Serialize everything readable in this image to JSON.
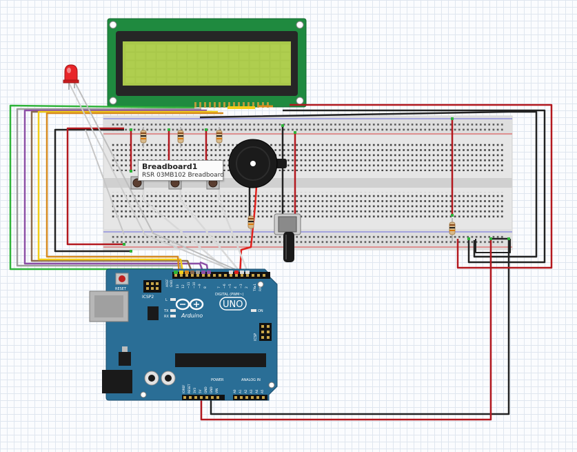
{
  "tooltip": {
    "title": "Breadboard1",
    "subtitle": "RSR 03MB102 Breadboard"
  },
  "arduino": {
    "logo_text": "UNO",
    "brand": "Arduino",
    "reset_label": "RESET",
    "icsp2_label": "ICSP2",
    "icsp_label": "ICSP",
    "led_l": "L",
    "led_tx": "TX",
    "led_rx": "RX",
    "on_label": "ON",
    "digital_label": "DIGITAL (PWM~)",
    "power_label": "POWER",
    "analog_label": "ANALOG IN",
    "aref_label": "AREF",
    "gnd_label": "GND",
    "tx_pin_label": "TX▸1",
    "rx_pin_label": "RX◂0",
    "digital_pins": [
      "13",
      "12",
      "~11",
      "~10",
      "~9",
      "8",
      "7",
      "~6",
      "~5",
      "4",
      "~3",
      "2"
    ],
    "power_pins": [
      "IOREF",
      "RESET",
      "3V3",
      "5V",
      "GND",
      "GND",
      "VIN"
    ],
    "analog_pins": [
      "A0",
      "A1",
      "A2",
      "A3",
      "A4",
      "A5"
    ]
  },
  "colors": {
    "board": "#2a6e96",
    "wire_red": "#b3181e",
    "wire_black": "#222222",
    "wire_green": "#2fb33a",
    "wire_yellow": "#f5d21a",
    "wire_orange": "#d68a1f",
    "wire_gray": "#999999",
    "wire_purple": "#8c4fa6",
    "wire_white": "#d8d8d8",
    "lcd_screen": "#aac94a",
    "lcd_pcb": "#1f8a3f"
  },
  "components": {
    "led_color": "red",
    "resistor_count": 5,
    "pushbutton_count": 3,
    "buzzer": "piezo",
    "potentiometer": "rotary"
  }
}
